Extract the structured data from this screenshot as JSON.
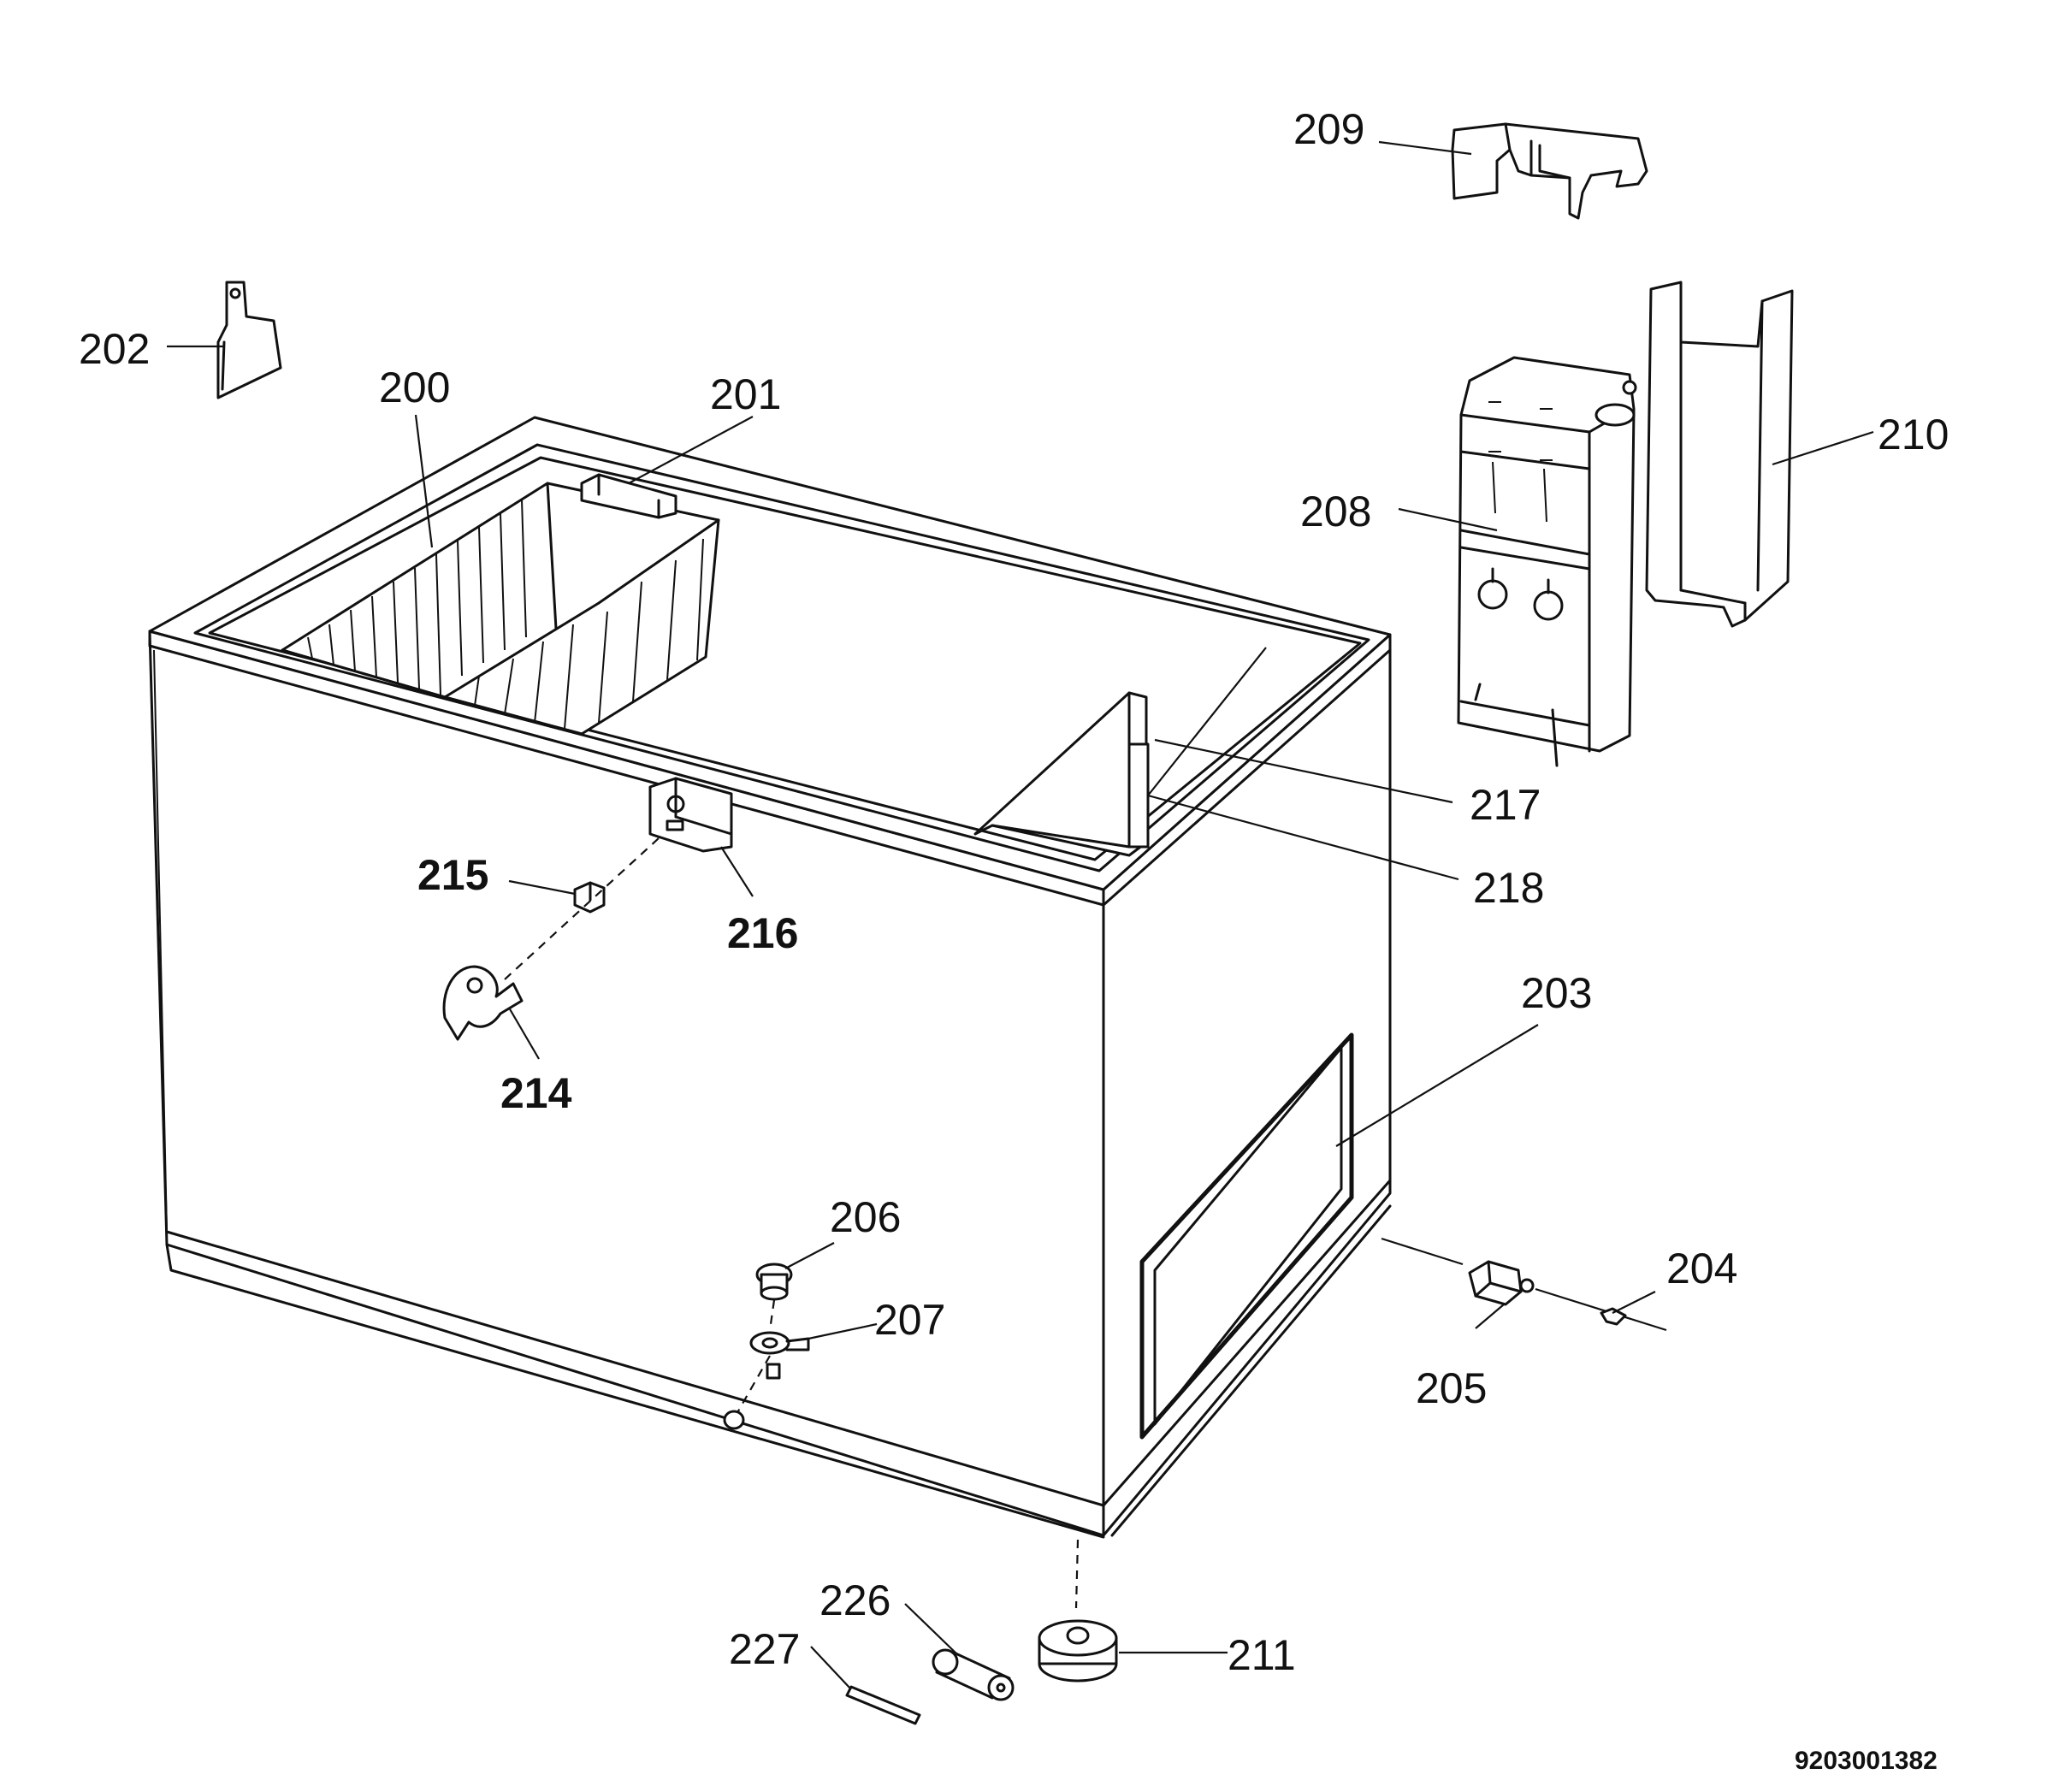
{
  "document_id": "9203001382",
  "labels": {
    "l200": "200",
    "l201": "201",
    "l202": "202",
    "l203": "203",
    "l204": "204",
    "l205": "205",
    "l206": "206",
    "l207": "207",
    "l208": "208",
    "l209": "209",
    "l210": "210",
    "l211": "211",
    "l214": "214",
    "l215": "215",
    "l216": "216",
    "l217": "217",
    "l218": "218",
    "l226": "226",
    "l227": "227"
  }
}
